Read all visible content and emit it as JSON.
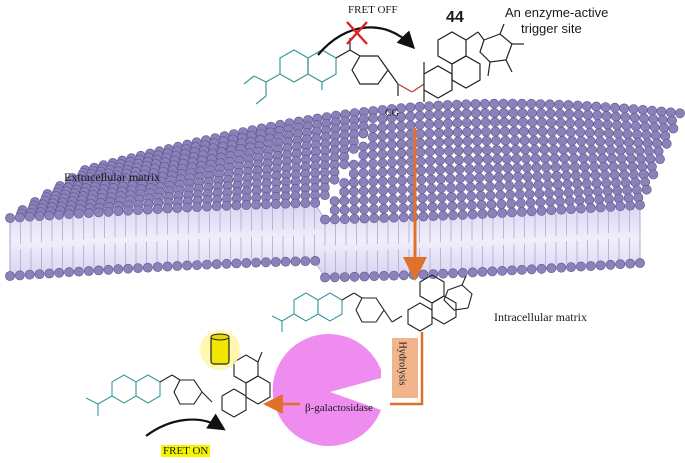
{
  "top": {
    "fret_off": "FRET OFF",
    "compound_number": "44",
    "trigger_site": "An enzyme-active",
    "trigger_site_line2": "trigger site",
    "probe_name": "CG"
  },
  "regions": {
    "extracellular": "Extracellular matrix",
    "intracellular": "Intracellular matrix"
  },
  "bottom": {
    "hydrolysis": "Hydrolysis",
    "enzyme": "β-galactosidase",
    "fret_on": "FRET ON"
  },
  "colors": {
    "membrane": "#8a82b8",
    "membrane_dark": "#5d5690",
    "coumarin": "#3a9a9a",
    "linker": "#c0392b",
    "orange_arrow": "#e0702a",
    "enzyme": "#ef8cef",
    "hydrolysis_box": "#f2b48a",
    "fret_on_bg": "#f5f500",
    "cross": "#e02020"
  }
}
